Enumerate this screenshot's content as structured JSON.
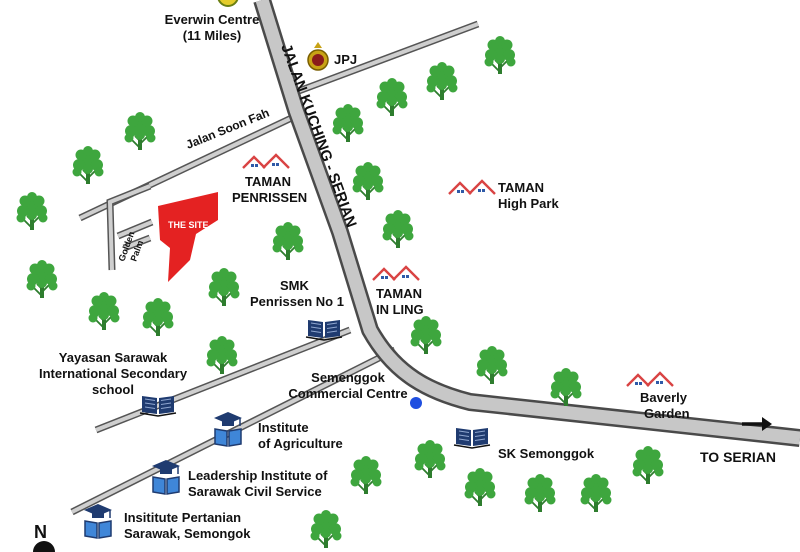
{
  "map": {
    "main_road": {
      "name": "JALAN KUCHING - SERIAN"
    },
    "side_road": {
      "name": "Jalan Soon Fah"
    },
    "direction": {
      "label": "TO SERIAN"
    },
    "site": {
      "label": "THE SITE",
      "color": "#e42222"
    },
    "golden_palm": {
      "line1": "Golden",
      "line2": "Palm"
    },
    "places": {
      "everwin": {
        "line1": "Everwin Centre",
        "line2": "(11 Miles)"
      },
      "jpj": {
        "label": "JPJ"
      },
      "taman_penrissen": {
        "line1": "TAMAN",
        "line2": "PENRISSEN"
      },
      "taman_high_park": {
        "line1": "TAMAN",
        "line2": "High Park"
      },
      "smk_penrissen": {
        "line1": "SMK",
        "line2": "Penrissen No 1"
      },
      "taman_in_ling": {
        "line1": "TAMAN",
        "line2": "IN LING"
      },
      "yayasan": {
        "line1": "Yayasan Sarawak",
        "line2": "International Secondary",
        "line3": "school"
      },
      "semenggok": {
        "line1": "Semenggok",
        "line2": "Commercial Centre"
      },
      "baverly": {
        "line1": "Baverly",
        "line2": "Garden"
      },
      "agriculture": {
        "line1": "Institute",
        "line2": "of Agriculture"
      },
      "sk_semonggok": {
        "label": "SK Semonggok"
      },
      "leadership": {
        "line1": "Leadership Institute of",
        "line2": "Sarawak Civil Service"
      },
      "pertanian": {
        "line1": "Insititute Pertanian",
        "line2": "Sarawak, Semongok"
      },
      "north": {
        "label": "N"
      }
    },
    "colors": {
      "road_fill": "#c7c7c7",
      "road_edge": "#555555",
      "tree": "#3ea63e",
      "house_roof": "#d94343",
      "house_window": "#2f5aa8",
      "book": "#1f3b70",
      "dot": "#1f4fe0"
    }
  }
}
